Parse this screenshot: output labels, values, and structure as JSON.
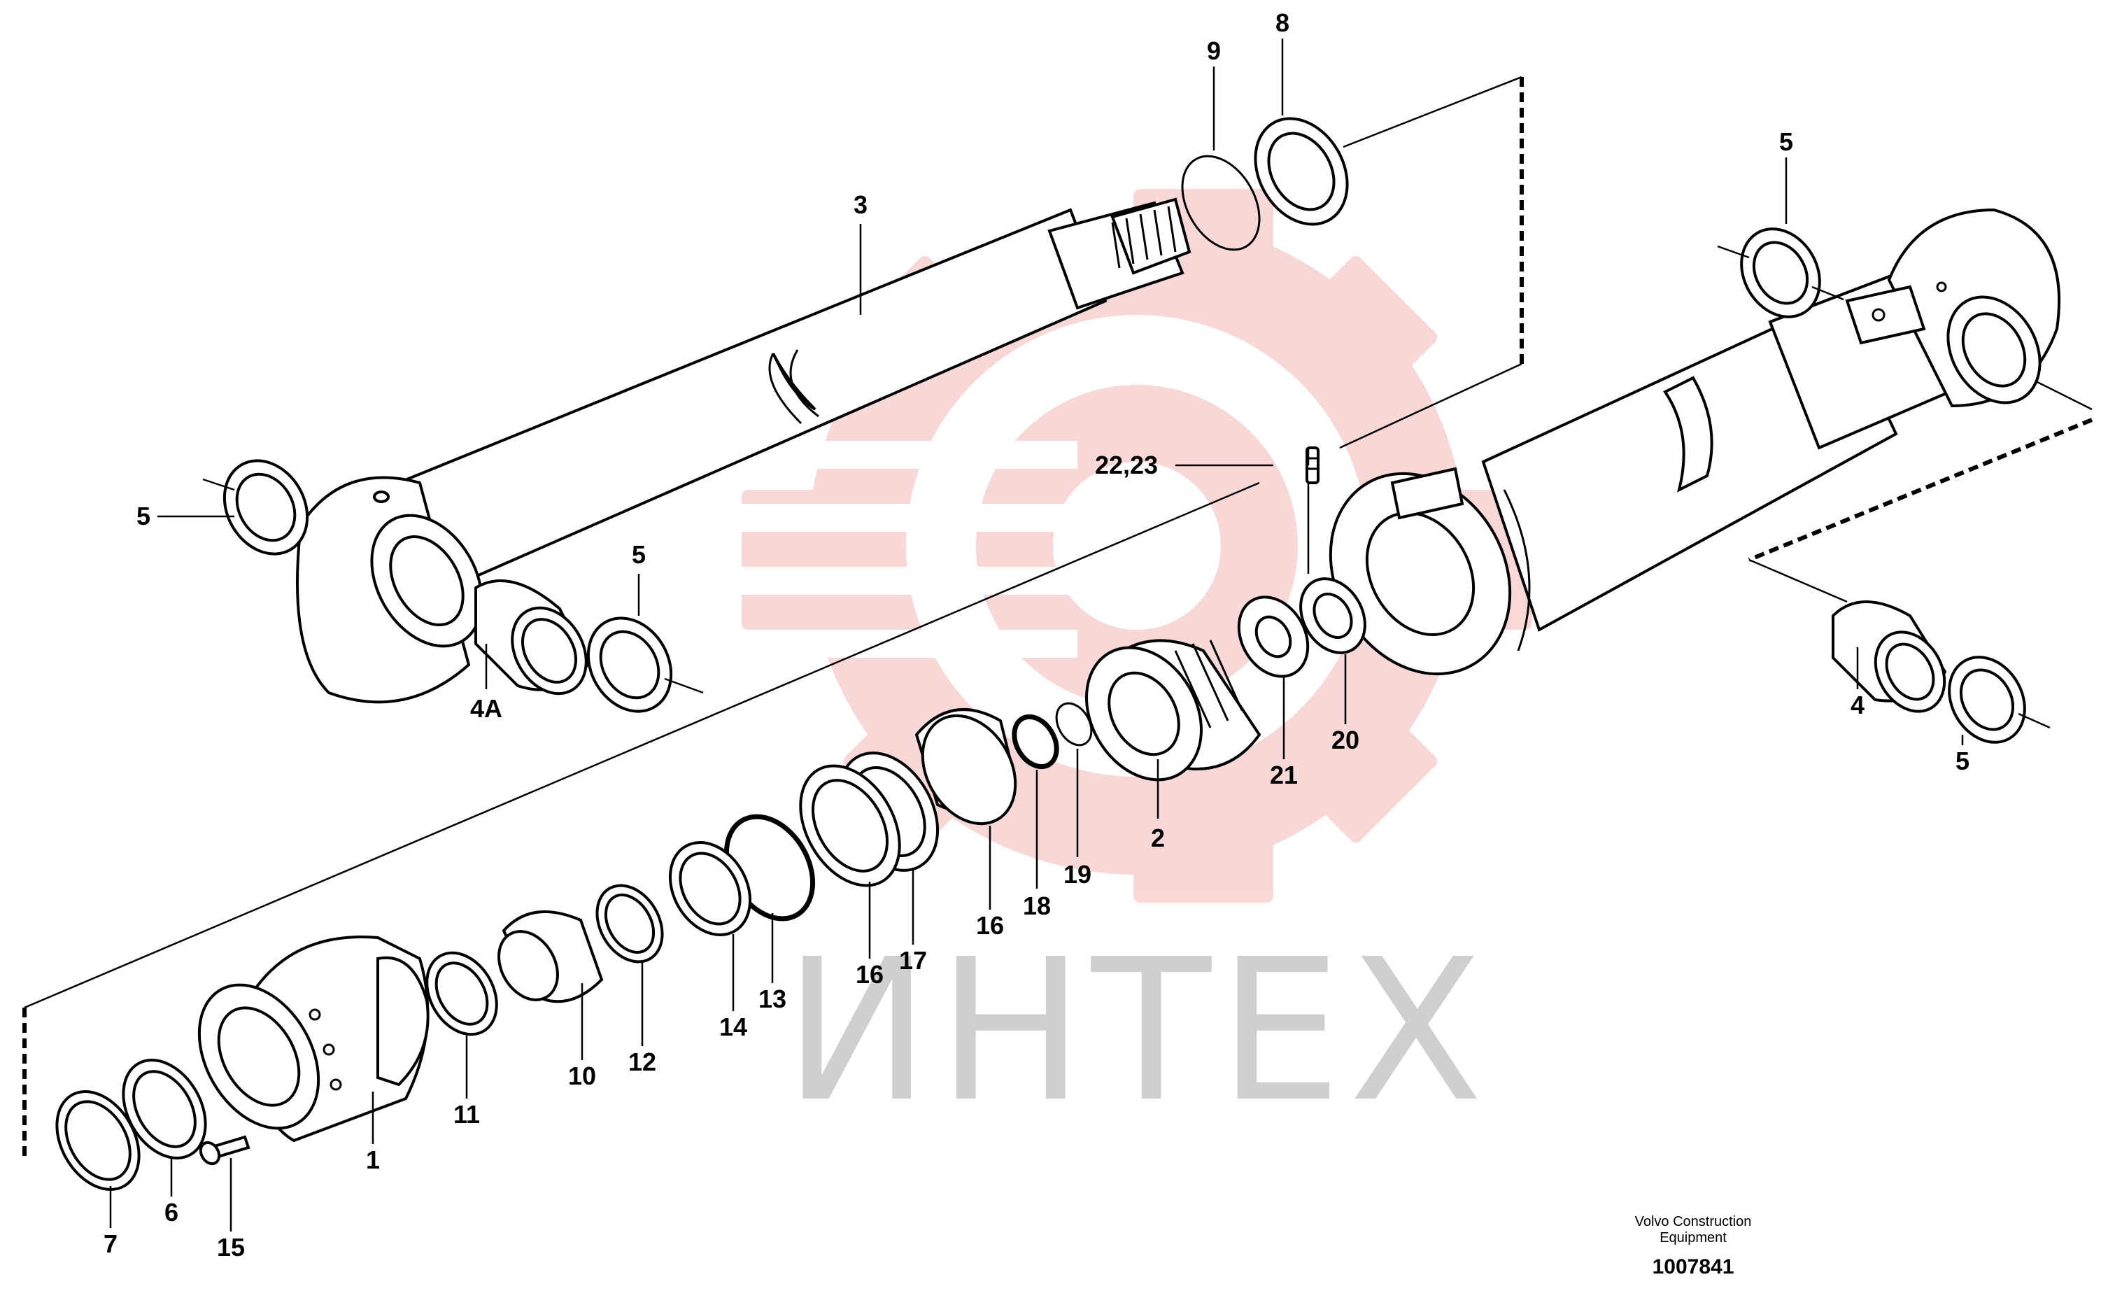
{
  "watermark": {
    "text": "ИНТЕХ",
    "color": "#f4b8b8",
    "icon": "gear-logo-icon"
  },
  "footer": {
    "brand_line1": "Volvo Construction",
    "brand_line2": "Equipment",
    "document_number": "1007841"
  },
  "callouts": {
    "c1": "1",
    "c2": "2",
    "c3": "3",
    "c4": "4",
    "c4a": "4A",
    "c5a": "5",
    "c5b": "5",
    "c5c": "5",
    "c5d": "5",
    "c6": "6",
    "c7": "7",
    "c8": "8",
    "c9": "9",
    "c10": "10",
    "c11": "11",
    "c12": "12",
    "c13": "13",
    "c14": "14",
    "c15": "15",
    "c16a": "16",
    "c16b": "16",
    "c17": "17",
    "c18": "18",
    "c19": "19",
    "c20": "20",
    "c21": "21",
    "c22_23": "22,23"
  }
}
